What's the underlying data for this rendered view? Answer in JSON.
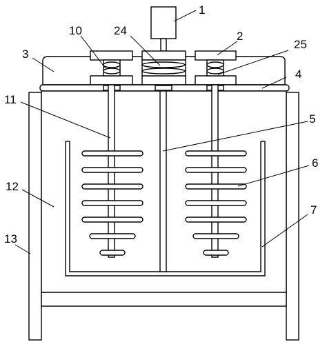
{
  "labels": {
    "l1": "1",
    "l2": "2",
    "l3": "3",
    "l4": "4",
    "l5": "5",
    "l6": "6",
    "l7": "7",
    "l10": "10",
    "l11": "11",
    "l12": "12",
    "l13": "13",
    "l24": "24",
    "l25": "25"
  },
  "colors": {
    "stroke": "#000000",
    "background": "#ffffff"
  }
}
